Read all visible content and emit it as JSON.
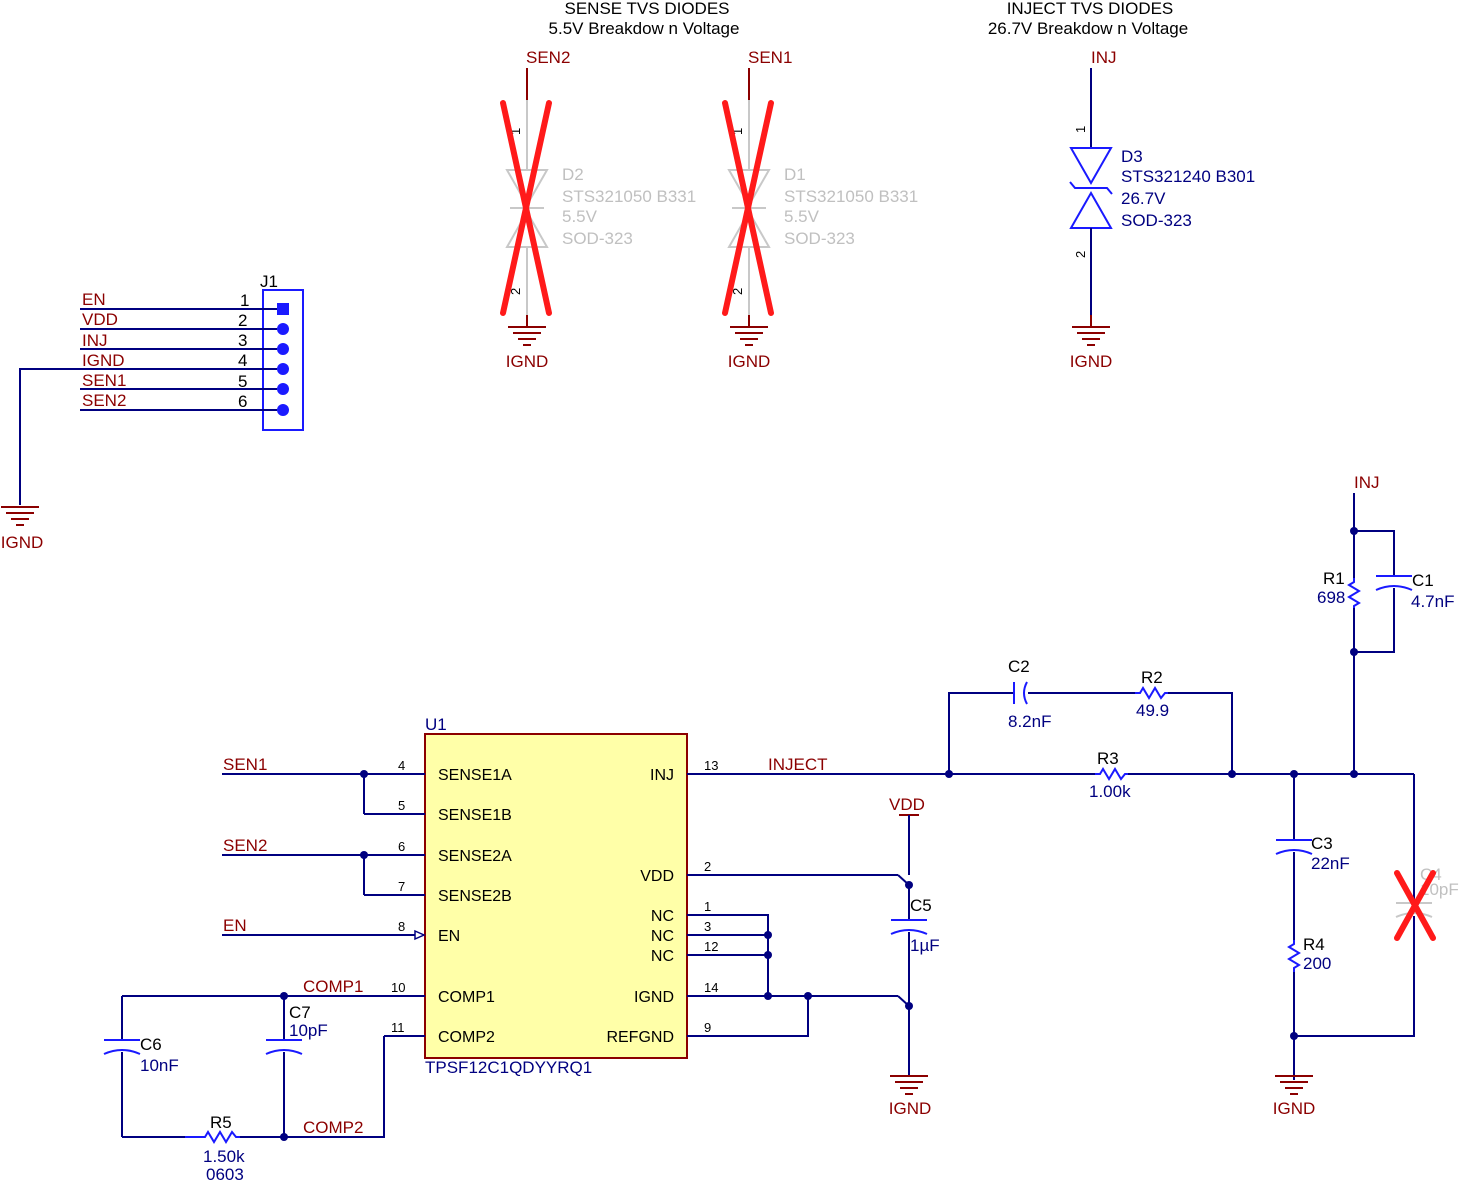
{
  "headers": {
    "sense_title": "SENSE TVS DIODES",
    "sense_sub": "5.5V Breakdow n Voltage",
    "inject_title": "INJECT TVS DIODES",
    "inject_sub": "26.7V Breakdow n Voltage"
  },
  "nets": {
    "sen1": "SEN1",
    "sen2": "SEN2",
    "inj": "INJ",
    "ignd": "IGND",
    "en": "EN",
    "vdd": "VDD",
    "inject": "INJECT",
    "comp1": "COMP1",
    "comp2": "COMP2"
  },
  "j1": {
    "ref": "J1",
    "pins": [
      {
        "num": "1",
        "net": "EN"
      },
      {
        "num": "2",
        "net": "VDD"
      },
      {
        "num": "3",
        "net": "INJ"
      },
      {
        "num": "4",
        "net": "IGND"
      },
      {
        "num": "5",
        "net": "SEN1"
      },
      {
        "num": "6",
        "net": "SEN2"
      }
    ]
  },
  "diodes": {
    "d2": {
      "ref": "D2",
      "part": "STS321050  B331",
      "value": "5.5V",
      "package": "SOD-323",
      "net": "SEN2",
      "dnp": true
    },
    "d1": {
      "ref": "D1",
      "part": "STS321050  B331",
      "value": "5.5V",
      "package": "SOD-323",
      "net": "SEN1",
      "dnp": true
    },
    "d3": {
      "ref": "D3",
      "part": "STS321240  B301",
      "value": "26.7V",
      "package": "SOD-323",
      "net": "INJ",
      "dnp": false
    },
    "pin1": "1",
    "pin2": "2"
  },
  "u1": {
    "ref": "U1",
    "part": "TPSF12C1QDYYRQ1",
    "left_pins": [
      {
        "num": "4",
        "name": "SENSE1A"
      },
      {
        "num": "5",
        "name": "SENSE1B"
      },
      {
        "num": "6",
        "name": "SENSE2A"
      },
      {
        "num": "7",
        "name": "SENSE2B"
      },
      {
        "num": "8",
        "name": "EN"
      },
      {
        "num": "10",
        "name": "COMP1"
      },
      {
        "num": "11",
        "name": "COMP2"
      }
    ],
    "right_pins": [
      {
        "num": "13",
        "name": "INJ"
      },
      {
        "num": "2",
        "name": "VDD"
      },
      {
        "num": "1",
        "name": "NC"
      },
      {
        "num": "3",
        "name": "NC"
      },
      {
        "num": "12",
        "name": "NC"
      },
      {
        "num": "14",
        "name": "IGND"
      },
      {
        "num": "9",
        "name": "REFGND"
      }
    ]
  },
  "passives": {
    "c1": {
      "ref": "C1",
      "value": "4.7nF"
    },
    "c2": {
      "ref": "C2",
      "value": "8.2nF"
    },
    "c3": {
      "ref": "C3",
      "value": "22nF"
    },
    "c4": {
      "ref": "C4",
      "value": "10pF",
      "dnp": true
    },
    "c5": {
      "ref": "C5",
      "value": "1µF"
    },
    "c6": {
      "ref": "C6",
      "value": "10nF"
    },
    "c7": {
      "ref": "C7",
      "value": "10pF"
    },
    "r1": {
      "ref": "R1",
      "value": "698"
    },
    "r2": {
      "ref": "R2",
      "value": "49.9"
    },
    "r3": {
      "ref": "R3",
      "value": "1.00k"
    },
    "r4": {
      "ref": "R4",
      "value": "200"
    },
    "r5": {
      "ref": "R5",
      "value": "1.50k",
      "package": "0603"
    }
  },
  "colors": {
    "wire": "#000080",
    "net_label": "#8b0000",
    "component_blue": "#1a1aff",
    "dnp_mark": "#ff1a1a",
    "ic_fill": "#ffffa8"
  }
}
